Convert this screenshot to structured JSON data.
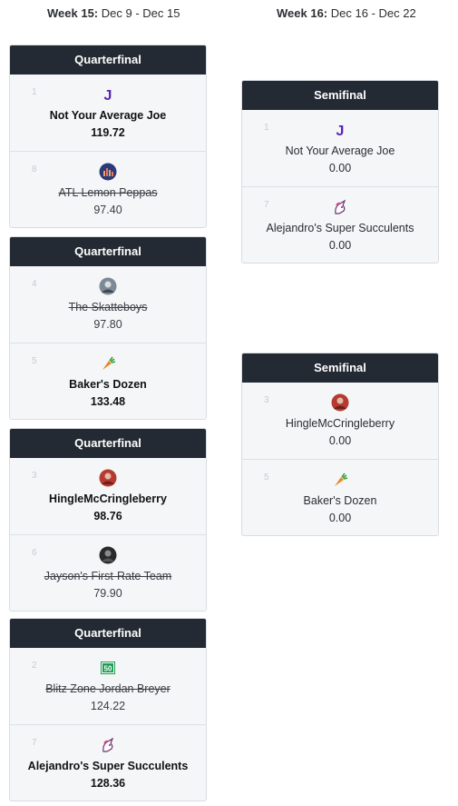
{
  "weeks": [
    {
      "bold": "Week 15:",
      "range": "Dec 9 - Dec 15"
    },
    {
      "bold": "Week 16:",
      "range": "Dec 16 - Dec 22"
    }
  ],
  "quarterfinals": [
    {
      "title": "Quarterfinal",
      "teams": [
        {
          "seed": "1",
          "name": "Not Your Average Joe",
          "score": "119.72",
          "status": "winner",
          "icon": "letter-j-logo"
        },
        {
          "seed": "8",
          "name": "ATL Lemon Peppas",
          "score": "97.40",
          "status": "eliminated",
          "icon": "city-skyline-logo"
        }
      ]
    },
    {
      "title": "Quarterfinal",
      "teams": [
        {
          "seed": "4",
          "name": "The Skatteboys",
          "score": "97.80",
          "status": "eliminated",
          "icon": "player-photo-logo"
        },
        {
          "seed": "5",
          "name": "Baker's Dozen",
          "score": "133.48",
          "status": "winner",
          "icon": "carrot-logo"
        }
      ]
    },
    {
      "title": "Quarterfinal",
      "teams": [
        {
          "seed": "3",
          "name": "HingleMcCringleberry",
          "score": "98.76",
          "status": "winner",
          "icon": "red-avatar-logo"
        },
        {
          "seed": "6",
          "name": "Jayson's First-Rate Team",
          "score": "79.90",
          "status": "eliminated",
          "icon": "dark-avatar-logo"
        }
      ]
    },
    {
      "title": "Quarterfinal",
      "teams": [
        {
          "seed": "2",
          "name": "Blitz Zone Jordan Breyer",
          "score": "124.22",
          "status": "eliminated",
          "icon": "yard-marker-logo"
        },
        {
          "seed": "7",
          "name": "Alejandro's Super Succulents",
          "score": "128.36",
          "status": "winner",
          "icon": "unicorn-logo"
        }
      ]
    }
  ],
  "semifinals": [
    {
      "title": "Semifinal",
      "teams": [
        {
          "seed": "1",
          "name": "Not Your Average Joe",
          "score": "0.00",
          "status": "pending",
          "icon": "letter-j-logo"
        },
        {
          "seed": "7",
          "name": "Alejandro's Super Succulents",
          "score": "0.00",
          "status": "pending",
          "icon": "unicorn-logo"
        }
      ]
    },
    {
      "title": "Semifinal",
      "teams": [
        {
          "seed": "3",
          "name": "HingleMcCringleberry",
          "score": "0.00",
          "status": "pending",
          "icon": "red-avatar-logo"
        },
        {
          "seed": "5",
          "name": "Baker's Dozen",
          "score": "0.00",
          "status": "pending",
          "icon": "carrot-logo"
        }
      ]
    }
  ],
  "logo_text": {
    "letter_j": "J",
    "yard_marker": "50"
  },
  "colors": {
    "header_bg": "#232a33",
    "card_bg": "#f4f6f8",
    "j_purple": "#5b21b6",
    "yard_green": "#1f9d55"
  }
}
